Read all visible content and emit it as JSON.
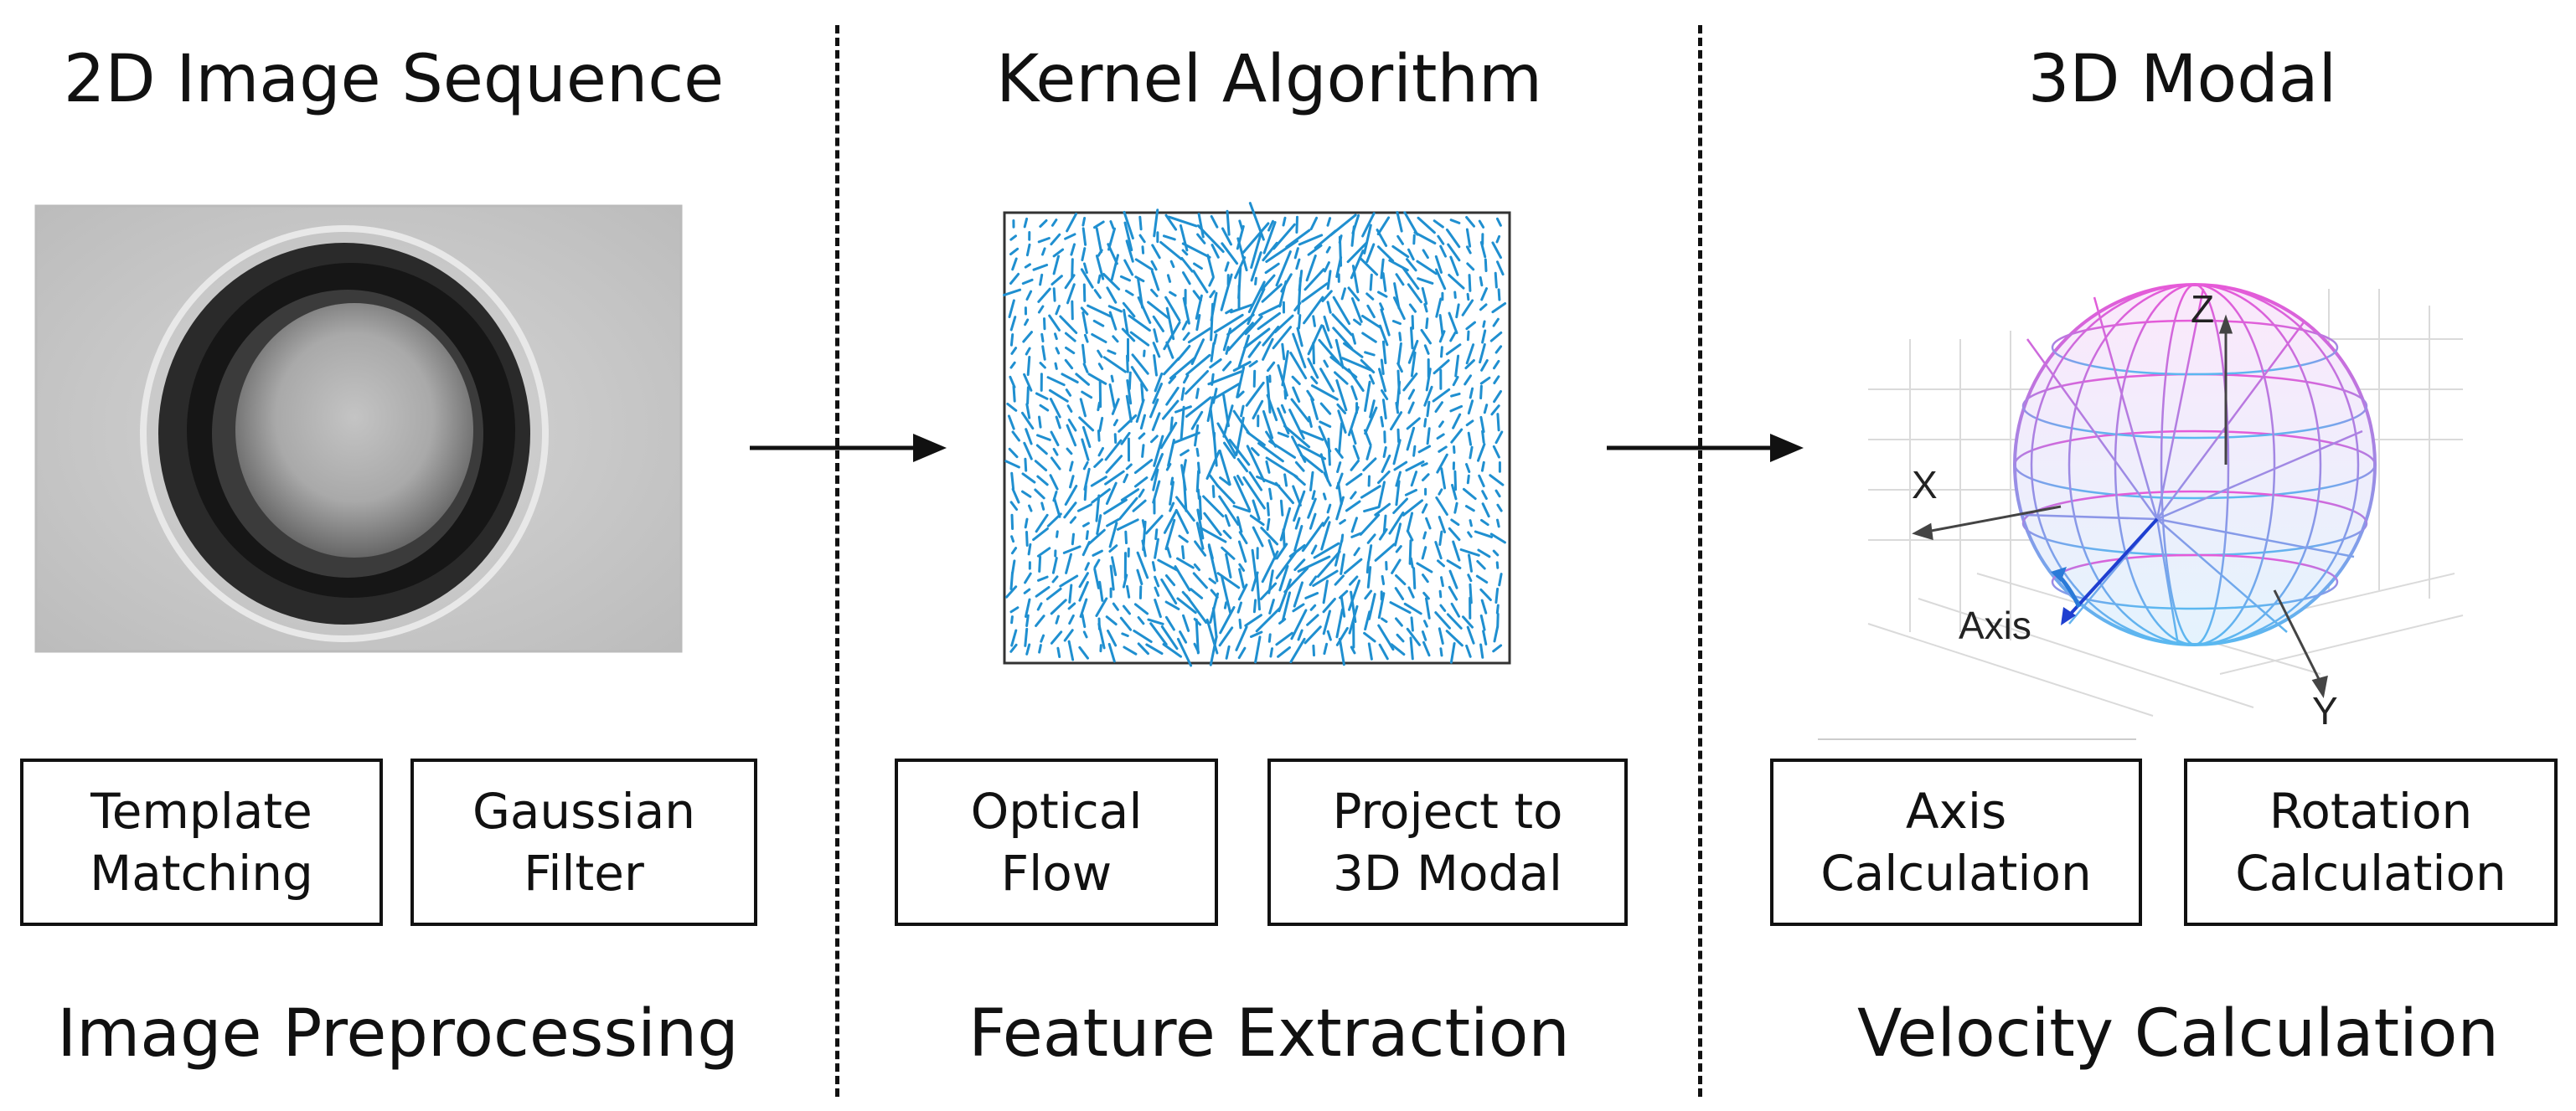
{
  "sections": [
    {
      "title": "2D Image Sequence",
      "footer": "Image Preprocessing",
      "boxes": [
        "Template\nMatching",
        "Gaussian\nFilter"
      ]
    },
    {
      "title": "Kernel Algorithm",
      "footer": "Feature Extraction",
      "boxes": [
        "Optical\nFlow",
        "Project to\n3D Modal"
      ]
    },
    {
      "title": "3D Modal",
      "footer": "Velocity Calculation",
      "boxes": [
        "Axis\nCalculation",
        "Rotation\nCalculation"
      ]
    }
  ],
  "model_labels": {
    "z": "Z",
    "x": "X",
    "y": "Y",
    "axis": "Axis"
  },
  "colors": {
    "text": "#111111",
    "flow_vectors": "#1f8fd0",
    "sphere_grid_top": "#e65ad8",
    "sphere_grid_bottom": "#5ab8f0",
    "axis_vector": "#1f3fd0"
  }
}
